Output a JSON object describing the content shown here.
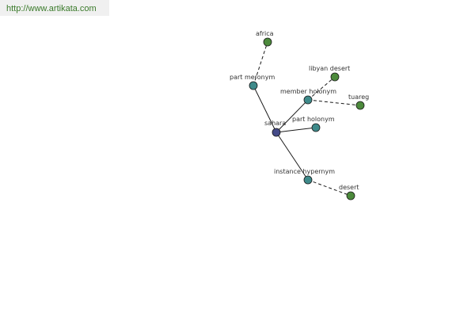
{
  "source": {
    "url": "http://www.artikata.com"
  },
  "colors": {
    "center": "#444a88",
    "relation": "#3e8a8a",
    "term": "#4c8a3c",
    "edge": "#1a1a1a"
  },
  "graph": {
    "center": {
      "id": "sahara",
      "label": "sahara"
    },
    "relations": [
      {
        "id": "part-meronym",
        "label": "part meronym"
      },
      {
        "id": "member-holonym",
        "label": "member holonym"
      },
      {
        "id": "part-holonym",
        "label": "part holonym"
      },
      {
        "id": "instance-hypernym",
        "label": "instance hypernym"
      }
    ],
    "terms": [
      {
        "id": "africa",
        "label": "africa",
        "relation": "part-meronym"
      },
      {
        "id": "libyan-desert",
        "label": "libyan desert",
        "relation": "member-holonym"
      },
      {
        "id": "tuareg",
        "label": "tuareg",
        "relation": "member-holonym"
      },
      {
        "id": "desert",
        "label": "desert",
        "relation": "instance-hypernym"
      }
    ]
  }
}
